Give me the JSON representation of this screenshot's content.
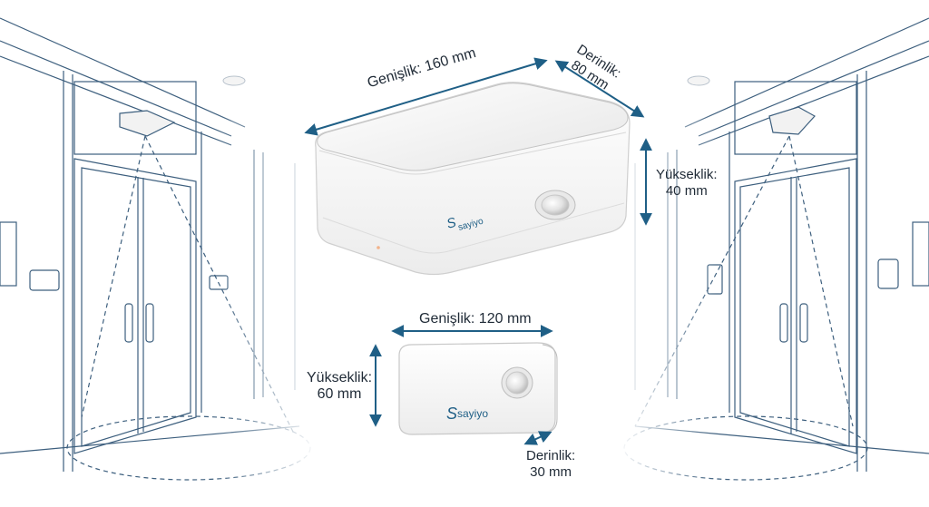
{
  "dimensions": {
    "large_width": "Genişlik: 160 mm",
    "large_depth_line1": "Derinlik:",
    "large_depth_line2": "80 mm",
    "large_height_line1": "Yükseklik:",
    "large_height_line2": "40 mm",
    "small_width": "Genişlik: 120 mm",
    "small_height_line1": "Yükseklik:",
    "small_height_line2": "60 mm",
    "small_depth_line1": "Derinlik:",
    "small_depth_line2": "30 mm"
  },
  "brand": {
    "logo_text": "sayiyo"
  },
  "colors": {
    "arrow": "#1f5f86",
    "sketch_line": "#3d5f7e",
    "text": "#1f2a36",
    "device_body": "#f7f7f7"
  }
}
